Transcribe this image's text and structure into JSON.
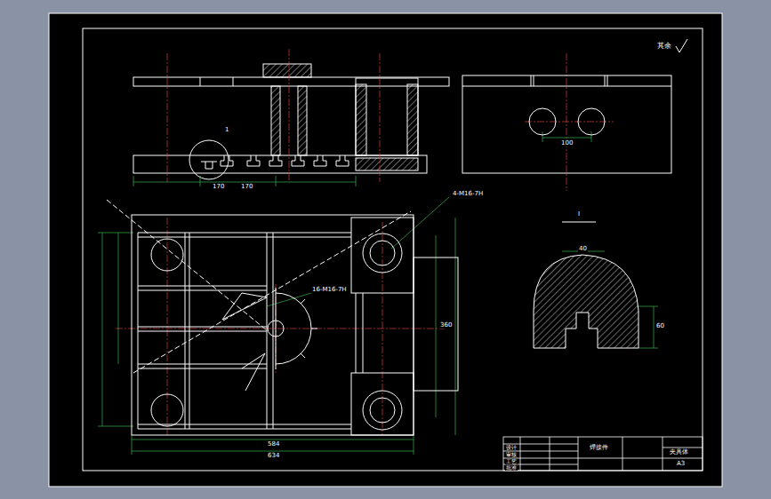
{
  "diagram": {
    "labels": [
      "其余",
      "1",
      "170",
      "170",
      "100",
      "4-M16-7H",
      "16-M16-7H",
      "584",
      "634",
      "360",
      "40",
      "60",
      "I",
      "设计",
      "审核",
      "工艺",
      "批准",
      "焊接件",
      "夹具体",
      "A3"
    ]
  }
}
